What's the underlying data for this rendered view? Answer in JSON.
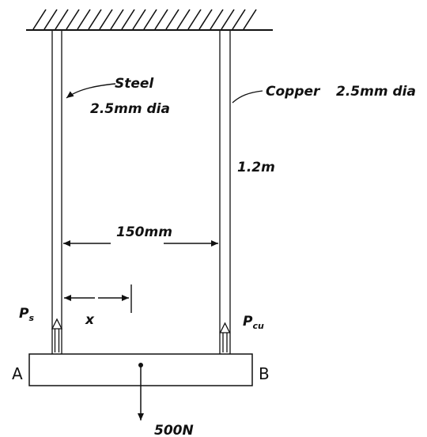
{
  "labels": {
    "steel_name": "Steel",
    "steel_dia": "2.5mm dia",
    "copper_name": "Copper",
    "copper_dia": "2.5mm dia",
    "length": "1.2m",
    "spacing": "150mm",
    "x": "x",
    "ps_main": "P",
    "ps_sub": "s",
    "pcu_main": "P",
    "pcu_sub": "cu",
    "end_a": "A",
    "end_b": "B",
    "load": "500N"
  },
  "colors": {
    "line": "#111111",
    "rod": "#222222"
  }
}
